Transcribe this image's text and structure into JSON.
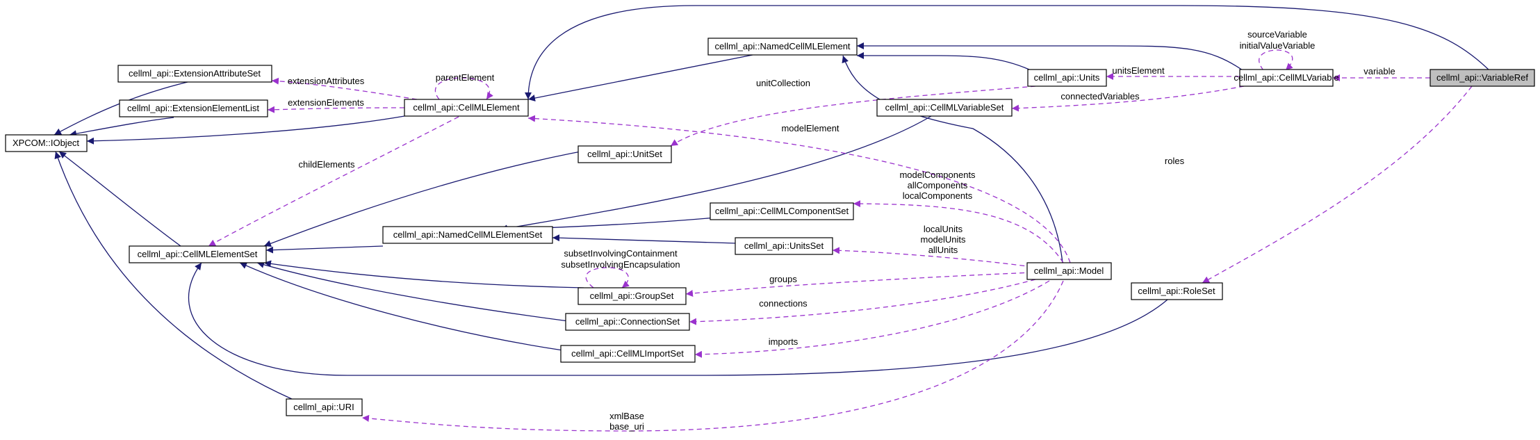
{
  "nodes": {
    "variableref": "cellml_api::VariableRef",
    "cellmlvariable": "cellml_api::CellMLVariable",
    "namedcellmlelement": "cellml_api::NamedCellMLElement",
    "units": "cellml_api::Units",
    "extensionattributeset": "cellml_api::ExtensionAttributeSet",
    "extensionelementlist": "cellml_api::ExtensionElementList",
    "cellmlelement": "cellml_api::CellMLElement",
    "xpcom": "XPCOM::IObject",
    "cellmlvariableset": "cellml_api::CellMLVariableSet",
    "unitset": "cellml_api::UnitSet",
    "cellmlcomponentset": "cellml_api::CellMLComponentSet",
    "cellmlelementset": "cellml_api::CellMLElementSet",
    "namedcellmlelementset": "cellml_api::NamedCellMLElementSet",
    "unitsset": "cellml_api::UnitsSet",
    "model": "cellml_api::Model",
    "roleset": "cellml_api::RoleSet",
    "groupset": "cellml_api::GroupSet",
    "connectionset": "cellml_api::ConnectionSet",
    "cellmlimportset": "cellml_api::CellMLImportSet",
    "uri": "cellml_api::URI"
  },
  "edge_labels": {
    "variable": "variable",
    "source_variable": "sourceVariable",
    "initial_value_variable": "initialValueVariable",
    "units_element": "unitsElement",
    "connected_variables": "connectedVariables",
    "unit_collection": "unitCollection",
    "extension_attributes": "extensionAttributes",
    "extension_elements": "extensionElements",
    "parent_element": "parentElement",
    "model_element": "modelElement",
    "child_elements": "childElements",
    "roles": "roles",
    "model_components": "modelComponents",
    "all_components": "allComponents",
    "local_components": "localComponents",
    "local_units": "localUnits",
    "model_units": "modelUnits",
    "all_units": "allUnits",
    "subset_involving_containment": "subsetInvolvingContainment",
    "subset_involving_encapsulation": "subsetInvolvingEncapsulation",
    "groups": "groups",
    "connections": "connections",
    "imports": "imports",
    "xml_base": "xmlBase",
    "base_uri": "base_uri"
  },
  "colors": {
    "inheritance_edge": "#191970",
    "usage_edge": "#9a32cd",
    "highlight_fill": "#bfbfbf"
  }
}
